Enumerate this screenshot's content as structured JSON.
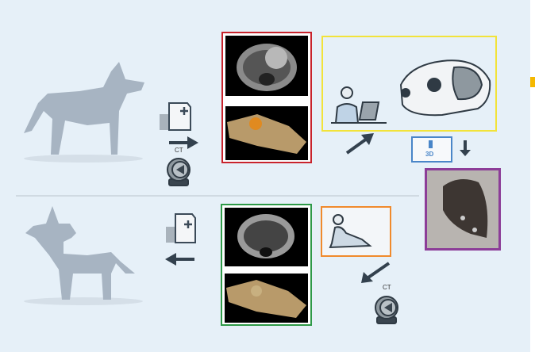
{
  "labels": {
    "ct_top": "CT",
    "print_3d": "3D",
    "ct_bottom": "CT"
  },
  "colors": {
    "red_frame": "#c8232c",
    "yellow_frame": "#f2e33a",
    "green_frame": "#2e9a48",
    "orange_frame": "#f08a2c",
    "purple_frame": "#8c3d98",
    "blue_frame": "#4a86c8",
    "dog": "#a7b4c2",
    "arrow": "#33414e"
  }
}
